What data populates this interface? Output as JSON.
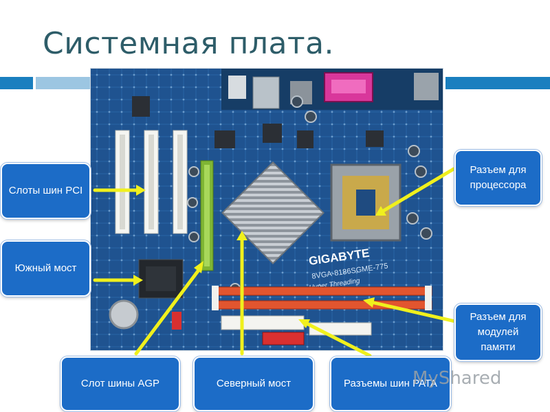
{
  "slide": {
    "title": "Системная плата.",
    "accent_color": "#1a7fbf",
    "watermark": "MyShared"
  },
  "board": {
    "brand": "GIGABYTE",
    "model": "8VGA-8186SGME-775",
    "tagline": "Hyper Threading"
  },
  "callouts": {
    "pci": "Слоты шин PCI",
    "southbridge": "Южный мост",
    "agp": "Слот шины AGP",
    "northbridge": "Северный мост",
    "pata": "Разъемы шин PATA",
    "cpu": "Разъем для процессора",
    "memory": "Разъем для модулей памяти"
  }
}
